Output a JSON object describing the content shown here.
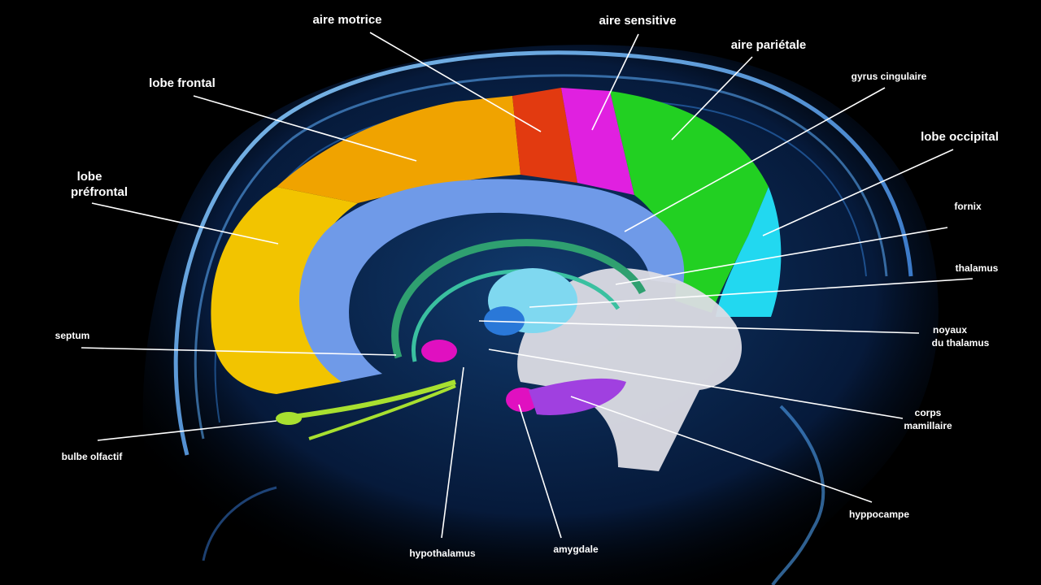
{
  "labels": {
    "aire_motrice": "aire motrice",
    "aire_sensitive": "aire sensitive",
    "aire_parietale": "aire pariétale",
    "gyrus_cingulaire": "gyrus cingulaire",
    "lobe_frontal": "lobe frontal",
    "lobe_occipital": "lobe occipital",
    "lobe_prefrontal_1": "lobe",
    "lobe_prefrontal_2": "préfrontal",
    "fornix": "fornix",
    "thalamus": "thalamus",
    "septum": "septum",
    "noyaux_1": "noyaux",
    "noyaux_2": "du thalamus",
    "corps_1": "corps",
    "corps_2": "mamillaire",
    "bulbe_olfactif": "bulbe olfactif",
    "hyppocampe": "hyppocampe",
    "hypothalamus": "hypothalamus",
    "amygdale": "amygdale"
  },
  "colors": {
    "background": "#000000",
    "head_glow": "#3a8ee0",
    "lobe_prefrontal": "#f2c400",
    "lobe_frontal": "#f0a300",
    "aire_motrice": "#e23a10",
    "aire_sensitive": "#e020e0",
    "aire_parietale": "#22d022",
    "lobe_occipital": "#22d8f0",
    "gyrus_cingulaire": "#6f9ae8",
    "fornix": "#2fa070",
    "thalamus": "#7fd8f0",
    "amygdale": "#e010c0",
    "bulbe_olfactif": "#a8e030",
    "cerebellum": "#dcdce4",
    "hippocampus": "#a040e0"
  }
}
